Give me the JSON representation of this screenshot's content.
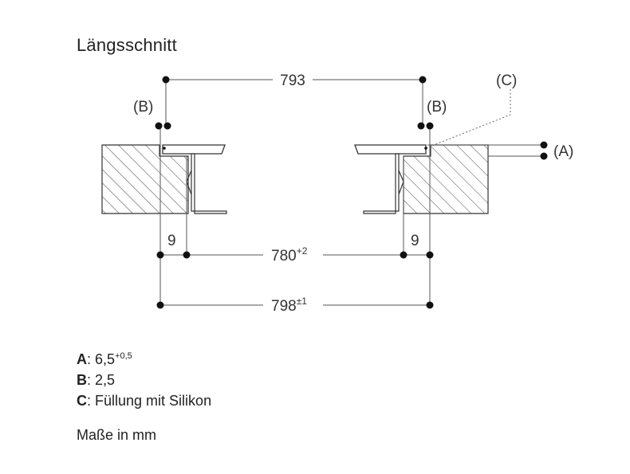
{
  "title": "Längsschnitt",
  "dimensions": {
    "top_width": "793",
    "opening_width": "780",
    "opening_tol": "+2",
    "outer_width": "798",
    "outer_tol": "±1",
    "left_gap": "9",
    "right_gap": "9"
  },
  "callouts": {
    "b_left": "(B)",
    "b_right": "(B)",
    "c": "(C)",
    "a": "(A)"
  },
  "legend": [
    {
      "key": "A",
      "sep": ":",
      "value": " 6,5",
      "sup": "+0,5"
    },
    {
      "key": "B",
      "sep": ":",
      "value": " 2,5",
      "sup": ""
    },
    {
      "key": "C",
      "sep": ":",
      "value": " Füllung mit Silikon",
      "sup": ""
    }
  ],
  "units_note": "Maße in mm",
  "colors": {
    "line": "#333333",
    "hatch": "#444444",
    "leader": "#666666",
    "dot": "#111111"
  }
}
